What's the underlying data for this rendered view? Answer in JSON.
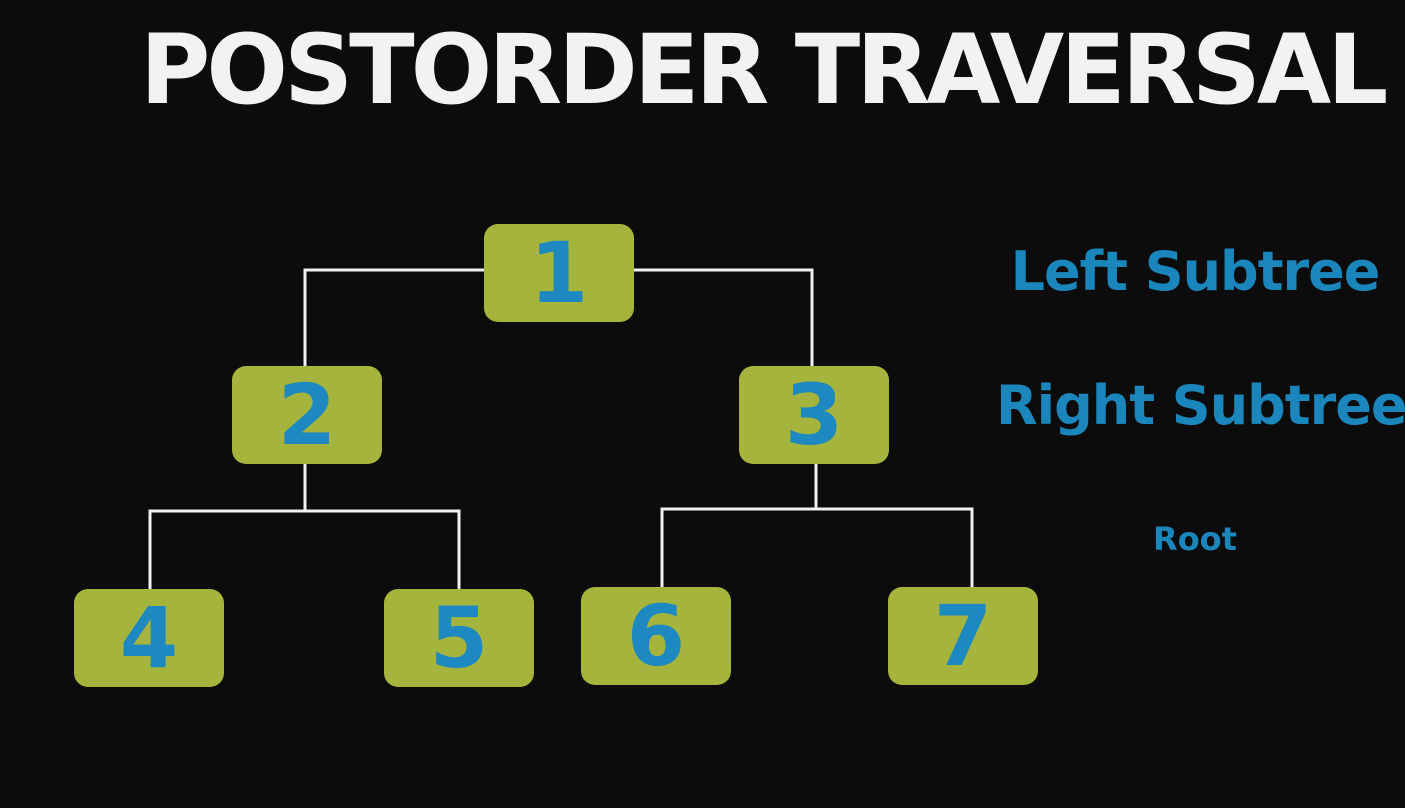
{
  "title": "POSTORDER TRAVERSAL",
  "colors": {
    "background": "#0c0c0d",
    "title": "#f2f2f2",
    "node_fill": "#a5b43c",
    "node_text": "#1e88c0",
    "edge": "#f2f2f2",
    "label": "#1a86bb"
  },
  "tree": {
    "nodes": [
      {
        "id": "1",
        "label": "1"
      },
      {
        "id": "2",
        "label": "2"
      },
      {
        "id": "3",
        "label": "3"
      },
      {
        "id": "4",
        "label": "4"
      },
      {
        "id": "5",
        "label": "5"
      },
      {
        "id": "6",
        "label": "6"
      },
      {
        "id": "7",
        "label": "7"
      }
    ],
    "edges": [
      {
        "from": "1",
        "to": "2"
      },
      {
        "from": "1",
        "to": "3"
      },
      {
        "from": "2",
        "to": "4"
      },
      {
        "from": "2",
        "to": "5"
      },
      {
        "from": "3",
        "to": "6"
      },
      {
        "from": "3",
        "to": "7"
      }
    ]
  },
  "order_labels": {
    "left_subtree": "Left Subtree",
    "right_subtree": "Right Subtree",
    "root": "Root"
  }
}
